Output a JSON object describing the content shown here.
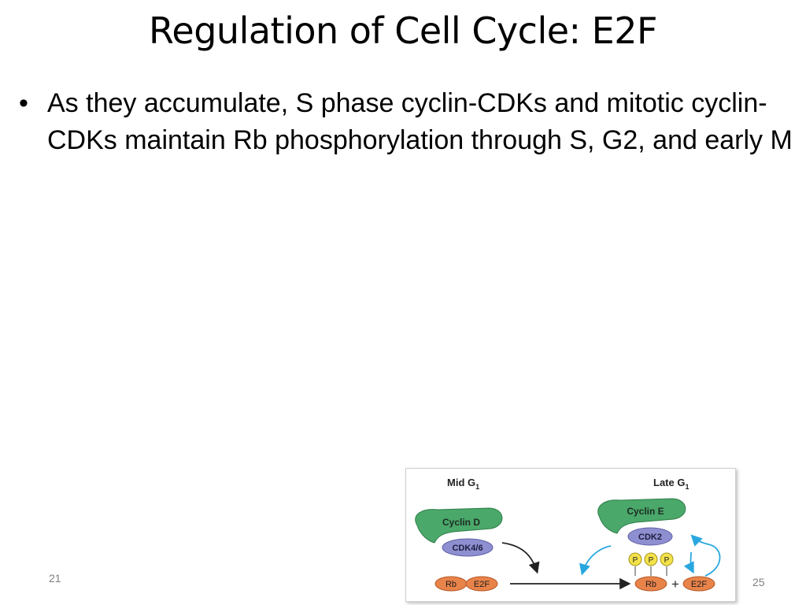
{
  "slide": {
    "title": "Regulation of Cell Cycle: E2F",
    "bullet": "As they accumulate, S phase cyclin-CDKs and mitotic cyclin-CDKs maintain Rb phosphorylation through S, G2, and early M",
    "bullet_symbol": "•",
    "date_footer": "21",
    "page_number": "25"
  },
  "figure": {
    "mid_label": "Mid G",
    "mid_sub": "1",
    "late_label": "Late G",
    "late_sub": "1",
    "cyclin_d": "Cyclin D",
    "cdk46": "CDK4/6",
    "cyclin_e": "Cyclin E",
    "cdk2": "CDK2",
    "phospho": "P",
    "rb": "Rb",
    "e2f": "E2F",
    "plus": "+"
  }
}
